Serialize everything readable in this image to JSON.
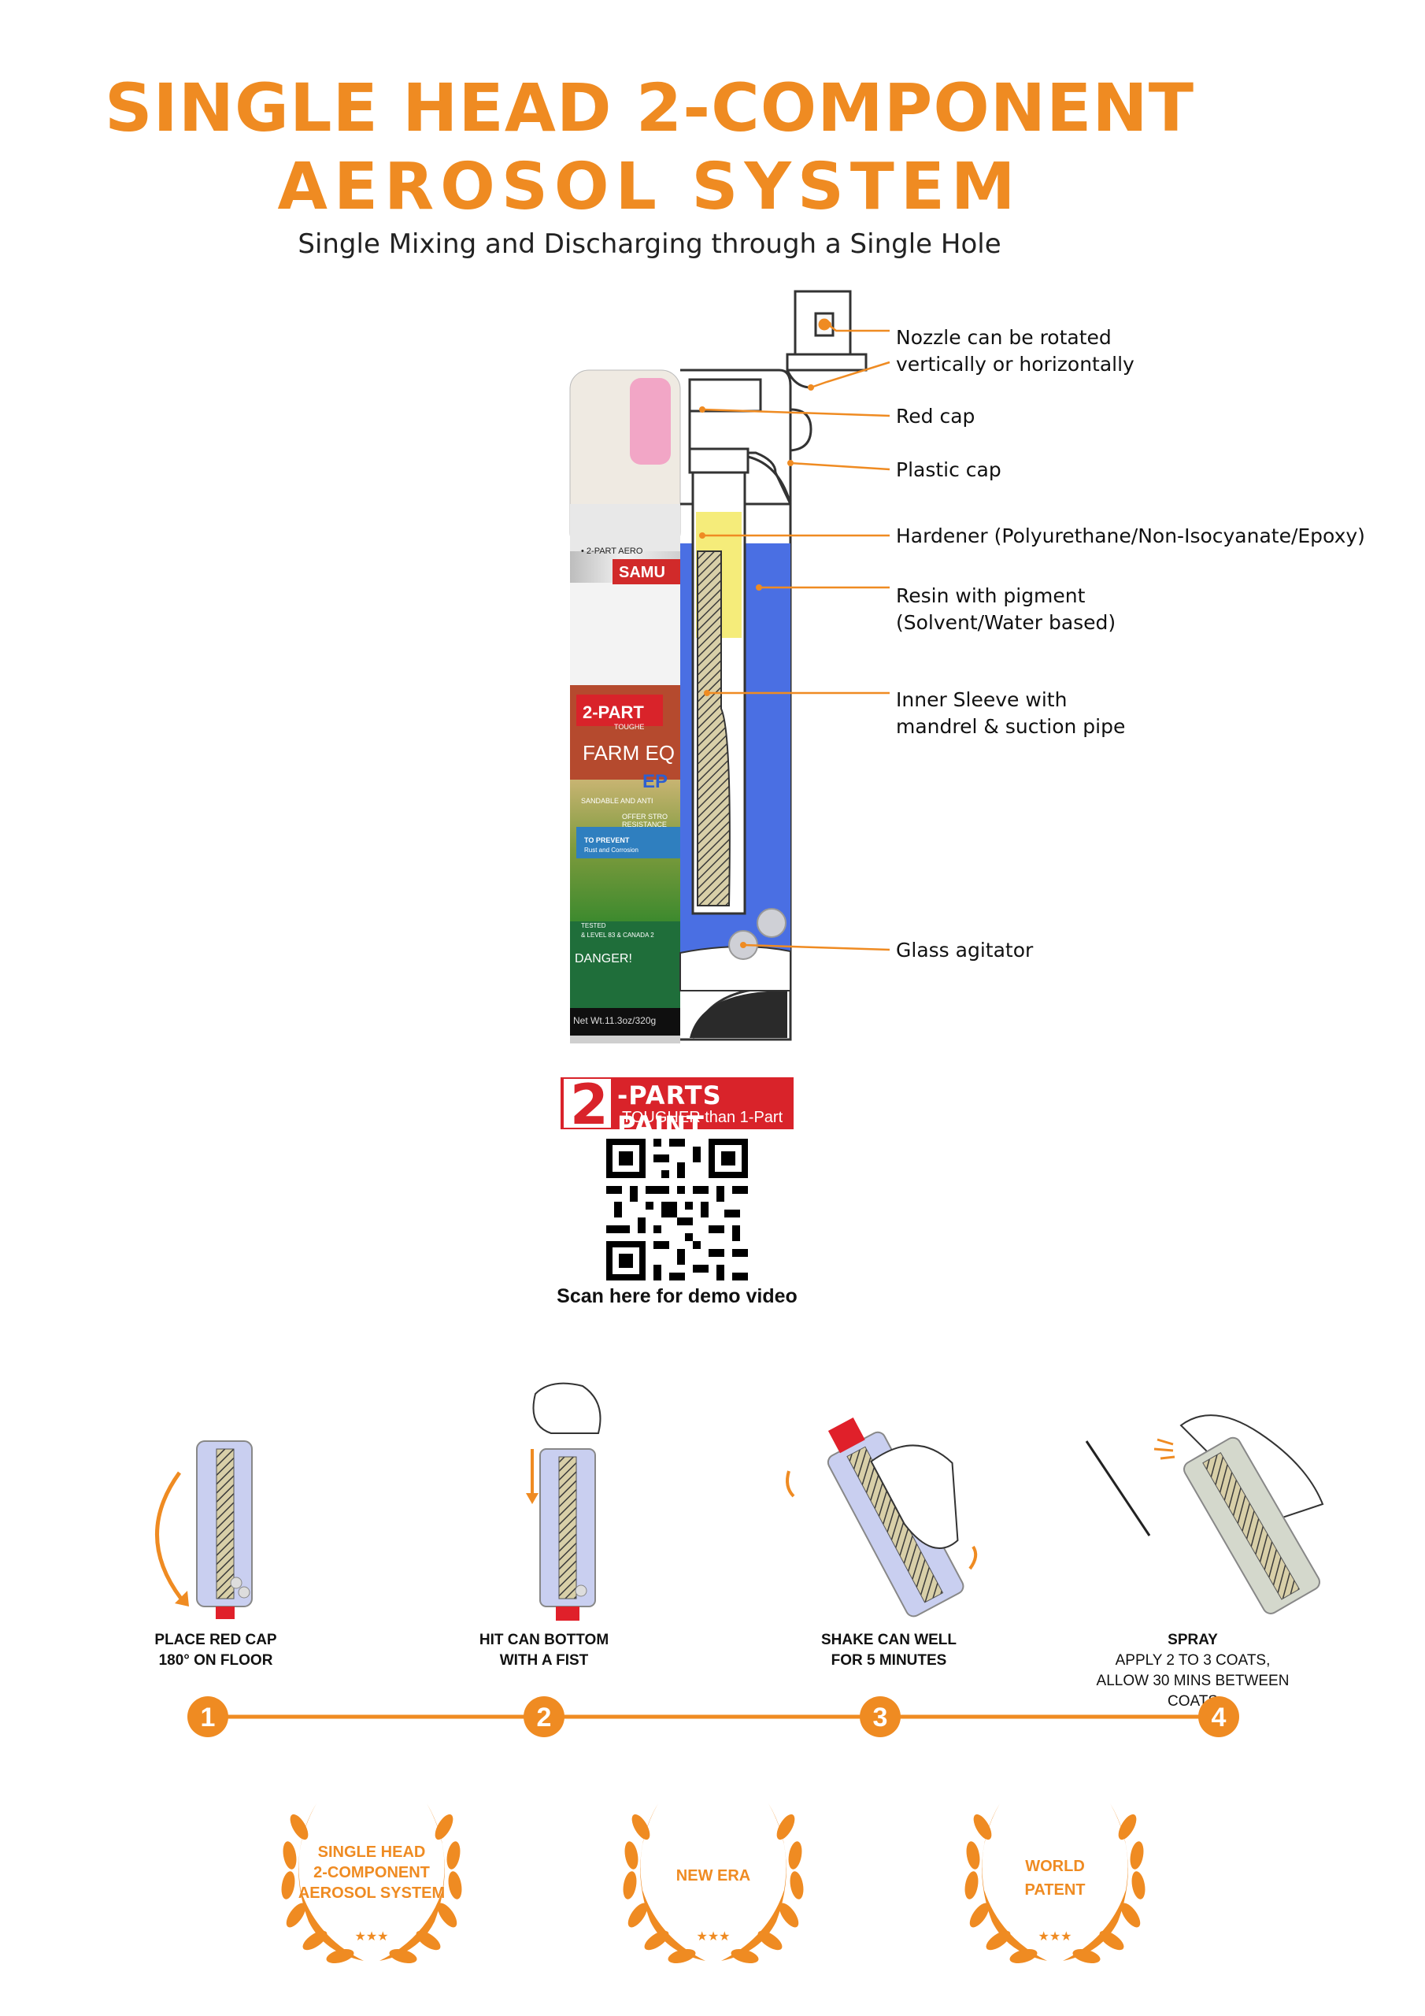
{
  "header": {
    "title_line1": "SINGLE HEAD 2-COMPONENT",
    "title_line2": "AEROSOL SYSTEM",
    "subtitle": "Single Mixing and Discharging through a Single Hole"
  },
  "can_label": {
    "top_text": "• 2-PART AERO",
    "brand": "SAMU",
    "badge": "2-PART",
    "badge_sub": "TOUGHE",
    "product": "FARM EQ",
    "product2": "EP",
    "line1": "SANDABLE AND ANTI",
    "line2": "OFFER STRO",
    "line3": "RESISTANCE",
    "line4": "TO PREVENT",
    "line5": "Rust and Corrosion",
    "small1": "TESTED",
    "small2": "& LEVEL 83 & CANADA 2",
    "danger": "DANGER!",
    "net": "Net Wt.11.3oz/320g"
  },
  "callouts": [
    {
      "text1": "Nozzle can be rotated",
      "text2": "vertically or horizontally"
    },
    {
      "text1": "Red cap",
      "text2": ""
    },
    {
      "text1": "Plastic cap",
      "text2": ""
    },
    {
      "text1": "Hardener (Polyurethane/Non-Isocyanate/Epoxy)",
      "text2": ""
    },
    {
      "text1": "Resin with pigment",
      "text2": "(Solvent/Water based)"
    },
    {
      "text1": "Inner Sleeve with",
      "text2": "mandrel & suction pipe"
    },
    {
      "text1": "Glass agitator",
      "text2": ""
    }
  ],
  "promo": {
    "big_num": "2",
    "title": "-PARTS PAINT",
    "subtitle": "TOUGHER than 1-Part",
    "scan_text": "Scan here for demo video"
  },
  "steps": [
    {
      "number": "1",
      "line1": "PLACE RED CAP",
      "line2": "180° ON FLOOR",
      "line3": ""
    },
    {
      "number": "2",
      "line1": "HIT CAN BOTTOM",
      "line2": "WITH A FIST",
      "line3": ""
    },
    {
      "number": "3",
      "line1": "SHAKE CAN WELL",
      "line2": "FOR 5 MINUTES",
      "line3": ""
    },
    {
      "number": "4",
      "line1": "SPRAY",
      "line2": "APPLY 2 TO 3 COATS,",
      "line3": "ALLOW 30 MINS BETWEEN COATS"
    }
  ],
  "awards": [
    {
      "line1": "SINGLE HEAD",
      "line2": "2-COMPONENT",
      "line3": "AEROSOL SYSTEM",
      "stars": "★★★"
    },
    {
      "line1": "",
      "line2": "NEW ERA",
      "line3": "",
      "stars": "★★★"
    },
    {
      "line1": "WORLD",
      "line2": "PATENT",
      "line3": "",
      "stars": "★★★"
    }
  ],
  "colors": {
    "accent": "#ef8b22",
    "resin_blue": "#4a6fe3",
    "hardener_yellow": "#f5ec7a",
    "red_cap": "#e0202a",
    "badge_red": "#d9232a"
  }
}
